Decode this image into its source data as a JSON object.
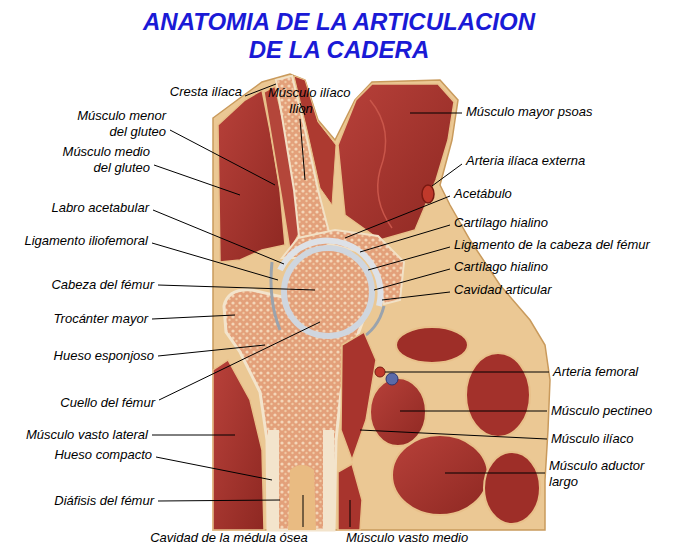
{
  "diagram": {
    "title": "ANATOMIA DE LA ARTICULACION DE LA CADERA",
    "labels": [
      "Cresta ilíaca",
      "Músculo ilíaco",
      "Ilion",
      "Músculo menor del gluteo",
      "Músculo medio del gluteo",
      "Labro acetabular",
      "Ligamento iliofemoral",
      "Cabeza del fémur",
      "Trocánter mayor",
      "Hueso esponjoso",
      "Cuello del fémur",
      "Músculo vasto lateral",
      "Hueso compacto",
      "Diáfisis del fémur",
      "Cavidad de la médula ósea",
      "Músculo vasto medio",
      "Músculo mayor psoas",
      "Arteria ilíaca externa",
      "Acetábulo",
      "Cartílago hialino",
      "Ligamento de la cabeza del fémur",
      "Cartílago hialino",
      "Cavidad articular",
      "Arteria femoral",
      "Músculo pectineo",
      "Músculo ilíaco",
      "Músculo aductor largo"
    ]
  }
}
